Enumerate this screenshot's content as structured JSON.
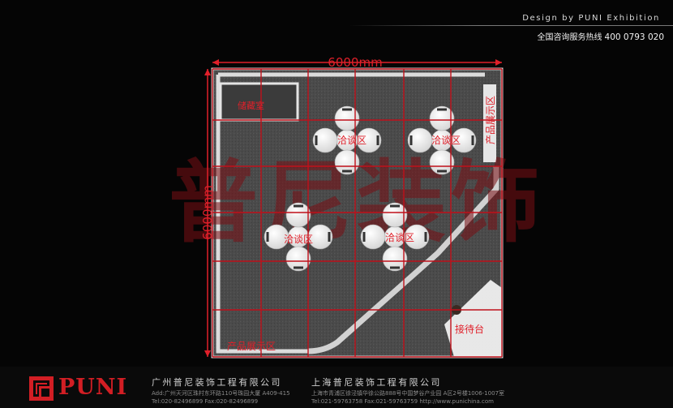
{
  "header": {
    "brand": "Design by PUNI Exhibition",
    "hotline_label": "全国咨询服务热线",
    "hotline_number": "400 0793 020"
  },
  "plan": {
    "width_dim": "6000mm",
    "height_dim": "6000mm",
    "zones": {
      "storage": "储藏室",
      "product_display_bottom": "产品展示区",
      "product_display_right": "产品展示区",
      "reception": "接待台",
      "negotiation": [
        "洽谈区",
        "洽谈区",
        "洽谈区",
        "洽谈区"
      ]
    },
    "watermark": "普尼装饰"
  },
  "footer": {
    "logo_text": "PUNI",
    "guangzhou": {
      "name": "广州普尼装饰工程有限公司",
      "address": "Add:广州天河区珠村东环路110号珠园大厦 A409-415",
      "phone": "Tel:020-82496899    Fax:020-82496899"
    },
    "shanghai": {
      "name": "上海普尼装饰工程有限公司",
      "address": "上海市青浦区徐泾镇华徐公路888号中国梦谷产业园 A区2号楼1006-1007室",
      "phone": "Tel:021-59763758    Fax:021-59763759    http://www.punichina.com"
    }
  },
  "colors": {
    "accent_red": "#e0202a",
    "grid_red": "#c0101a",
    "carpet": "#4a4a4a",
    "wall": "#d8d8d8"
  }
}
